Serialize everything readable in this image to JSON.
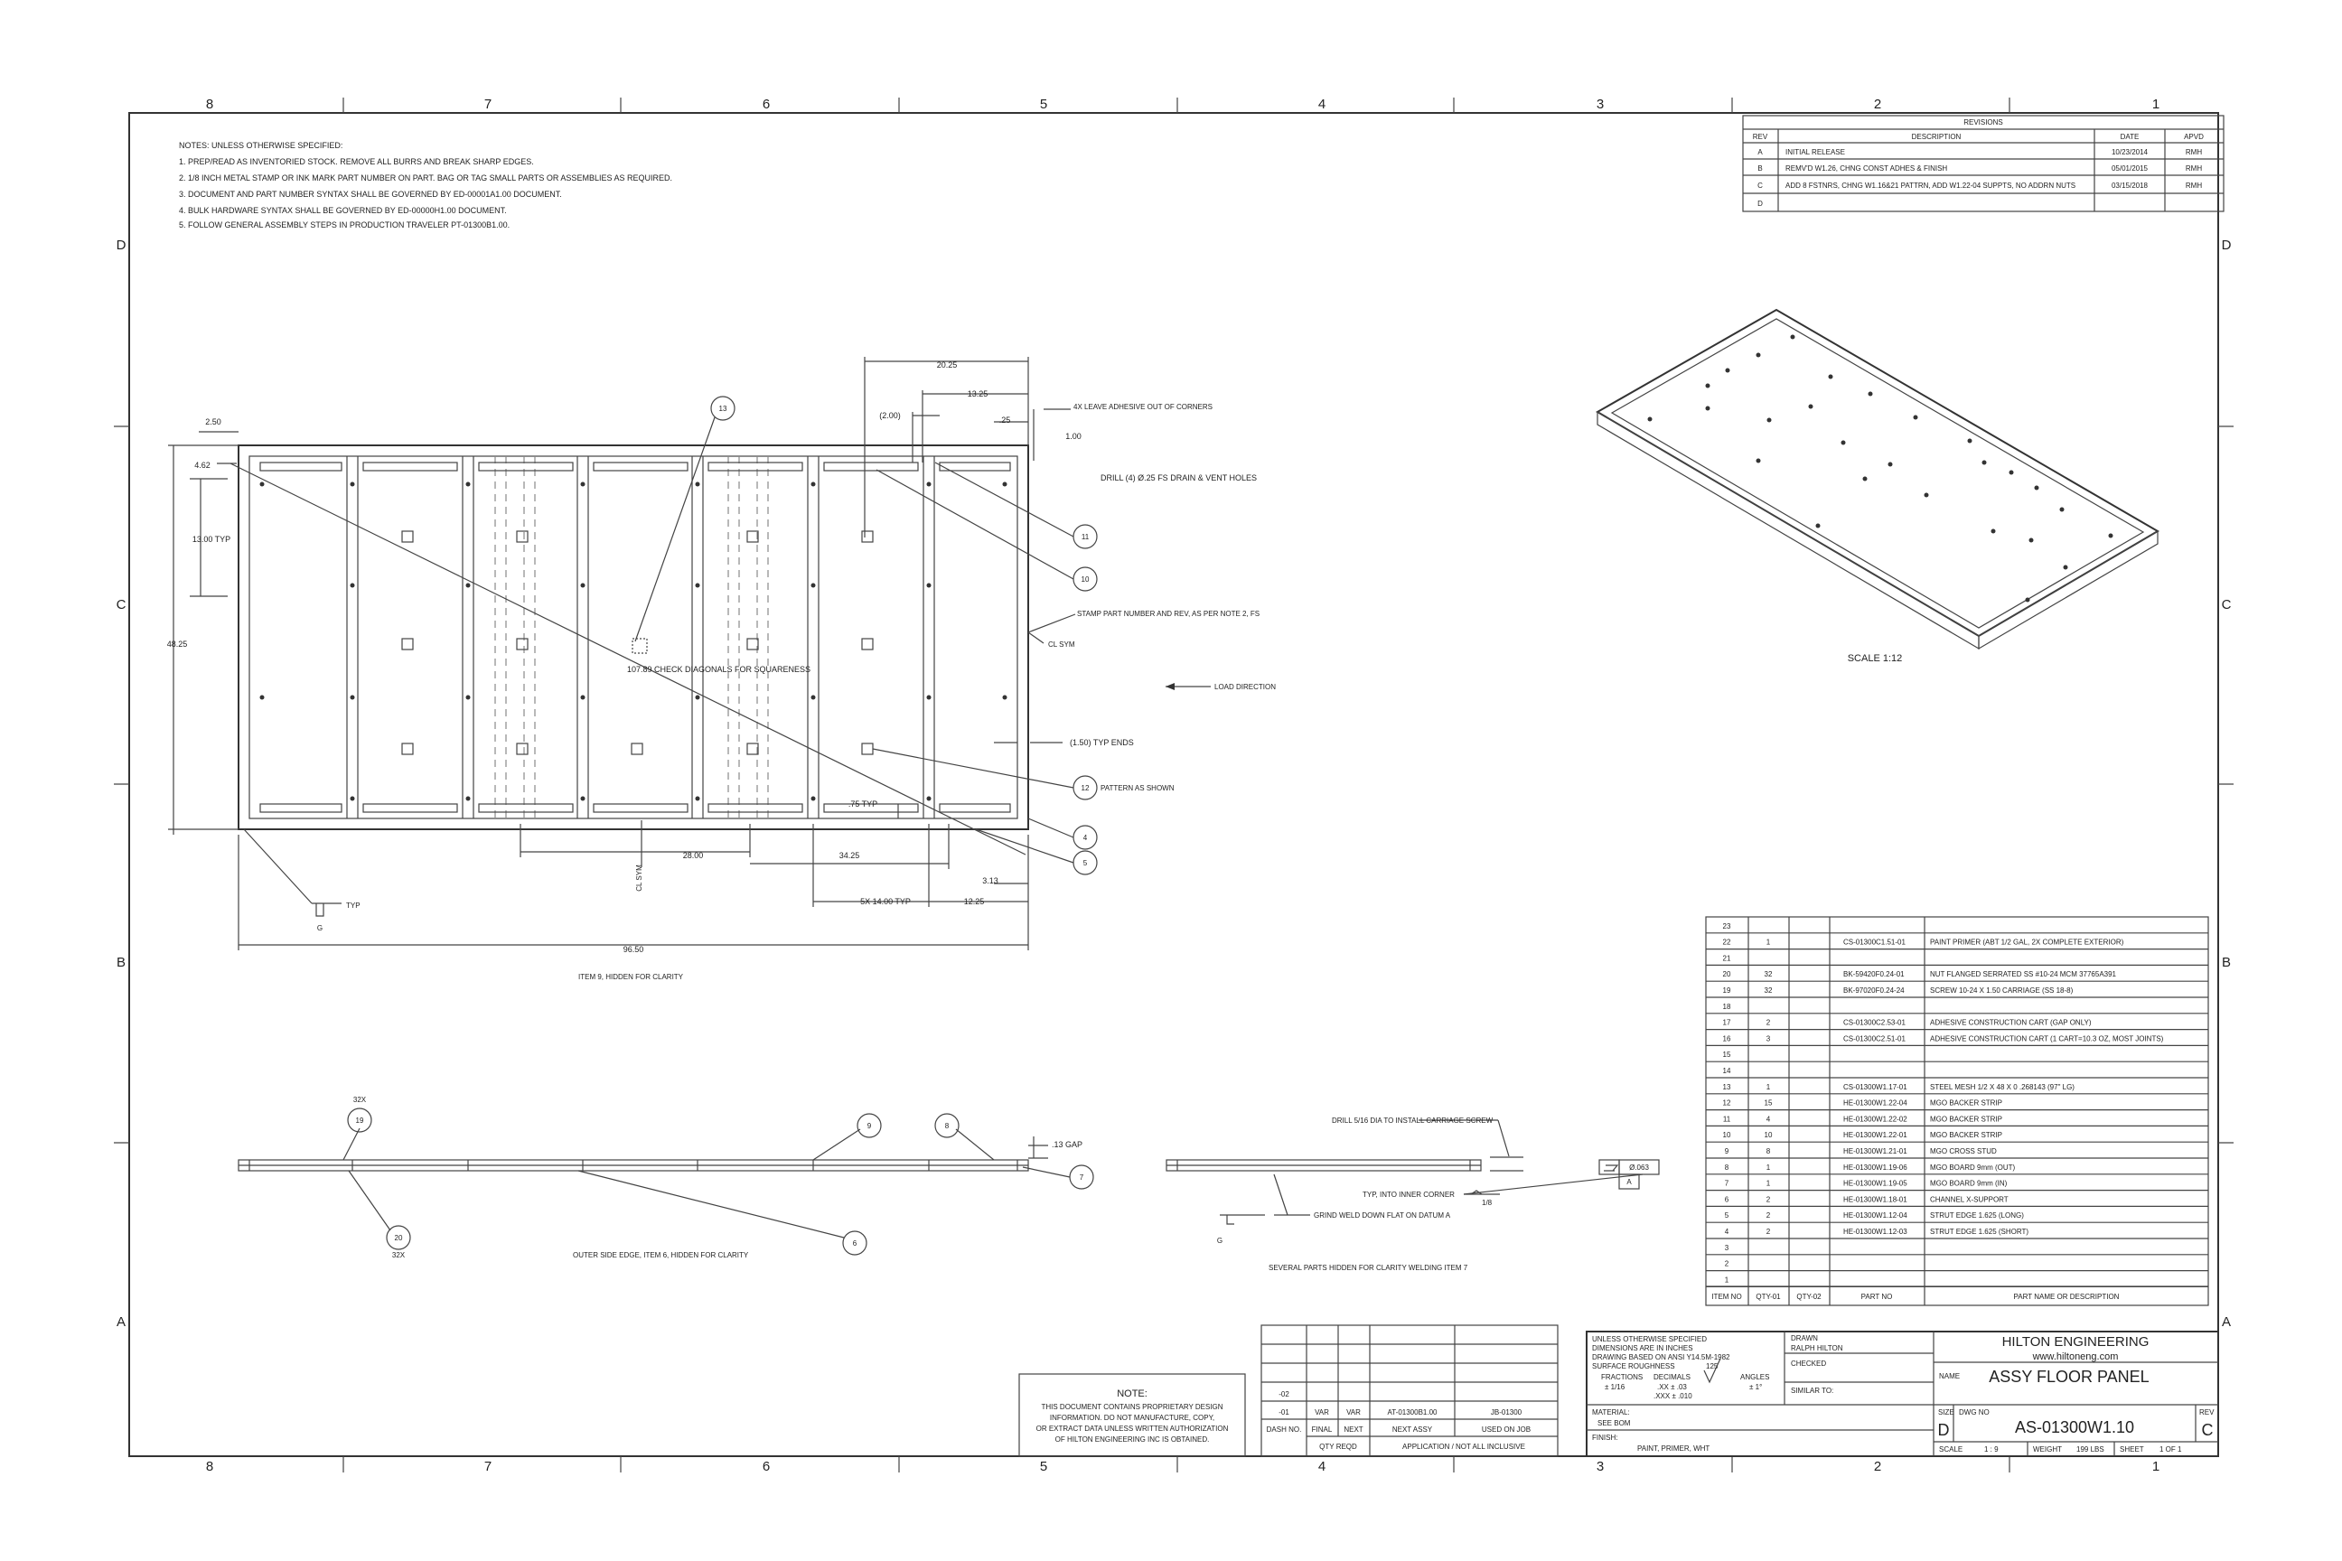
{
  "zones": {
    "columns": [
      "8",
      "7",
      "6",
      "5",
      "4",
      "3",
      "2",
      "1"
    ],
    "rows": [
      "D",
      "C",
      "B",
      "A"
    ]
  },
  "notes": {
    "header": "NOTES: UNLESS OTHERWISE SPECIFIED:",
    "items": [
      "1.  PREP/READ AS INVENTORIED STOCK.  REMOVE ALL BURRS AND BREAK SHARP EDGES.",
      "2.  1/8 INCH METAL STAMP OR INK MARK PART NUMBER ON PART.  BAG OR TAG SMALL PARTS OR ASSEMBLIES AS REQUIRED.",
      "3.  DOCUMENT AND PART NUMBER SYNTAX SHALL BE GOVERNED BY ED-00001A1.00 DOCUMENT.",
      "4.  BULK HARDWARE SYNTAX SHALL BE GOVERNED BY ED-00000H1.00 DOCUMENT.",
      "5.  FOLLOW GENERAL ASSEMBLY STEPS IN PRODUCTION TRAVELER PT-01300B1.00."
    ]
  },
  "revisions": {
    "title": "REVISIONS",
    "headers": [
      "REV",
      "DESCRIPTION",
      "DATE",
      "APVD"
    ],
    "rows": [
      [
        "A",
        "INITIAL RELEASE",
        "10/23/2014",
        "RMH"
      ],
      [
        "B",
        "REMV'D W1.26, CHNG CONST ADHES & FINISH",
        "05/01/2015",
        "RMH"
      ],
      [
        "C",
        "ADD 8 FSTNRS, CHNG W1.16&21 PATTRN, ADD W1.22-04 SUPPTS, NO ADDRN NUTS",
        "03/15/2018",
        "RMH"
      ],
      [
        "D",
        "",
        "",
        ""
      ]
    ]
  },
  "plan_view": {
    "dims": {
      "d2025": "20.25",
      "d1325": "13.25",
      "d200": "(2.00)",
      "d25": ".25",
      "d100": "1.00",
      "d250": "2.50",
      "d462": "4.62",
      "d1300": "13.00 TYP",
      "d4825": "48.25",
      "d2800": "28.00",
      "d3425": "34.25",
      "d75": ".75 TYP",
      "d313": "3.13",
      "d1400": "5X  14.00  TYP",
      "d1225": "12.25",
      "d9650": "96.50",
      "d150": "(1.50) TYP ENDS"
    },
    "notes": {
      "adhesive": "4X LEAVE ADHESIVE OUT OF CORNERS",
      "drill": "DRILL (4) Ø.25 FS DRAIN & VENT HOLES",
      "stamp": "STAMP PART NUMBER AND REV, AS PER NOTE 2, FS",
      "clsym_side": "CL SYM",
      "clsym_bottom": "CL SYM",
      "load": "LOAD DIRECTION",
      "diag": "107.89 CHECK DIAGONALS FOR SQUARENESS",
      "pattern": "PATTERN AS SHOWN",
      "hidden": "ITEM 9, HIDDEN FOR CLARITY",
      "weld_typ": "TYP",
      "weld_g": "G"
    },
    "balloons": {
      "b13": "13",
      "b11": "11",
      "b10": "10",
      "b12": "12",
      "b4": "4",
      "b5": "5"
    }
  },
  "iso_view": {
    "scale": "SCALE 1:12"
  },
  "edge_view": {
    "qty_top": "32X",
    "qty_bot": "32X",
    "balloons": {
      "b19": "19",
      "b20": "20",
      "b9": "9",
      "b8": "8",
      "b7": "7",
      "b6": "6"
    },
    "gap": ".13 GAP",
    "caption": "OUTER SIDE EDGE, ITEM 6, HIDDEN FOR CLARITY"
  },
  "section_view": {
    "drill": "DRILL 5/16 DIA TO INSTALL CARRIAGE SCREW",
    "typ_inner": "TYP, INTO INNER CORNER",
    "weld_size": "1/8",
    "flatness": "Ø.063",
    "datum": "A",
    "grind": "GRIND WELD DOWN FLAT ON DATUM A",
    "weld_g": "G",
    "caption": "SEVERAL PARTS HIDDEN FOR CLARITY WELDING ITEM 7"
  },
  "bom": {
    "headers": [
      "ITEM NO",
      "QTY-01",
      "QTY-02",
      "PART NO",
      "PART NAME OR DESCRIPTION"
    ],
    "rows": [
      [
        "23",
        "",
        "",
        "",
        ""
      ],
      [
        "22",
        "1",
        "",
        "CS-01300C1.51-01",
        "PAINT PRIMER (ABT 1/2 GAL, 2X COMPLETE EXTERIOR)"
      ],
      [
        "21",
        "",
        "",
        "",
        ""
      ],
      [
        "20",
        "32",
        "",
        "BK-59420F0.24-01",
        "NUT FLANGED SERRATED SS #10-24 MCM 37765A391"
      ],
      [
        "19",
        "32",
        "",
        "BK-97020F0.24-24",
        "SCREW 10-24 X 1.50 CARRIAGE (SS 18-8)"
      ],
      [
        "18",
        "",
        "",
        "",
        ""
      ],
      [
        "17",
        "2",
        "",
        "CS-01300C2.53-01",
        "ADHESIVE CONSTRUCTION CART (GAP ONLY)"
      ],
      [
        "16",
        "3",
        "",
        "CS-01300C2.51-01",
        "ADHESIVE CONSTRUCTION CART (1 CART=10.3 OZ, MOST JOINTS)"
      ],
      [
        "15",
        "",
        "",
        "",
        ""
      ],
      [
        "14",
        "",
        "",
        "",
        ""
      ],
      [
        "13",
        "1",
        "",
        "CS-01300W1.17-01",
        "STEEL MESH 1/2 X 48 X 0 .268143 (97\" LG)"
      ],
      [
        "12",
        "15",
        "",
        "HE-01300W1.22-04",
        "MGO BACKER STRIP"
      ],
      [
        "11",
        "4",
        "",
        "HE-01300W1.22-02",
        "MGO BACKER STRIP"
      ],
      [
        "10",
        "10",
        "",
        "HE-01300W1.22-01",
        "MGO BACKER STRIP"
      ],
      [
        "9",
        "8",
        "",
        "HE-01300W1.21-01",
        "MGO CROSS STUD"
      ],
      [
        "8",
        "1",
        "",
        "HE-01300W1.19-06",
        "MGO BOARD 9mm (OUT)"
      ],
      [
        "7",
        "1",
        "",
        "HE-01300W1.19-05",
        "MGO BOARD 9mm (IN)"
      ],
      [
        "6",
        "2",
        "",
        "HE-01300W1.18-01",
        "CHANNEL X-SUPPORT"
      ],
      [
        "5",
        "2",
        "",
        "HE-01300W1.12-04",
        "STRUT EDGE 1.625 (LONG)"
      ],
      [
        "4",
        "2",
        "",
        "HE-01300W1.12-03",
        "STRUT EDGE 1.625 (SHORT)"
      ],
      [
        "3",
        "",
        "",
        "",
        ""
      ],
      [
        "2",
        "",
        "",
        "",
        ""
      ],
      [
        "1",
        "",
        "",
        "",
        ""
      ]
    ]
  },
  "dash_table": {
    "r1": [
      "-02",
      "",
      "",
      "",
      ""
    ],
    "r2": [
      "-01",
      "VAR",
      "VAR",
      "AT-01300B1.00",
      "JB-01300"
    ],
    "labels": [
      "DASH NO.",
      "FINAL",
      "NEXT",
      "NEXT ASSY",
      "USED ON JOB"
    ],
    "qty_req": "QTY REQD",
    "application": "APPLICATION / NOT ALL INCLUSIVE"
  },
  "proprietary": {
    "title": "NOTE:",
    "lines": [
      "THIS DOCUMENT CONTAINS PROPRIETARY DESIGN",
      "INFORMATION.  DO NOT MANUFACTURE, COPY,",
      "OR EXTRACT DATA UNLESS WRITTEN AUTHORIZATION",
      "OF HILTON ENGINEERING INC IS OBTAINED."
    ]
  },
  "title_block": {
    "spec": [
      "UNLESS OTHERWISE SPECIFIED",
      "DIMENSIONS ARE IN INCHES",
      "DRAWING BASED ON ANSI Y14.5M-1982",
      "SURFACE ROUGHNESS"
    ],
    "roughness": "125",
    "fractions": "FRACTIONS",
    "fractions_tol": "± 1/16",
    "decimals": "DECIMALS",
    "dec1": ".XX ± .03",
    "dec2": ".XXX ± .010",
    "angles": "ANGLES",
    "angles_tol": "± 1°",
    "drawn_label": "DRAWN",
    "drawn_by": "RALPH HILTON",
    "checked_label": "CHECKED",
    "similar_label": "SIMILAR TO:",
    "material_label": "MATERIAL:",
    "material": "SEE BOM",
    "finish_label": "FINISH:",
    "finish": "PAINT, PRIMER, WHT",
    "company": "HILTON ENGINEERING",
    "url": "www.hiltoneng.com",
    "name_label": "NAME",
    "name": "ASSY FLOOR PANEL",
    "size_label": "SIZE",
    "size": "D",
    "dwg_label": "DWG NO",
    "dwg_no": "AS-01300W1.10",
    "rev_label": "REV",
    "rev": "C",
    "scale_label": "SCALE",
    "scale": "1 : 9",
    "weight_label": "WEIGHT",
    "weight": "199 LBS",
    "sheet_label": "SHEET",
    "sheet": "1  OF  1"
  }
}
